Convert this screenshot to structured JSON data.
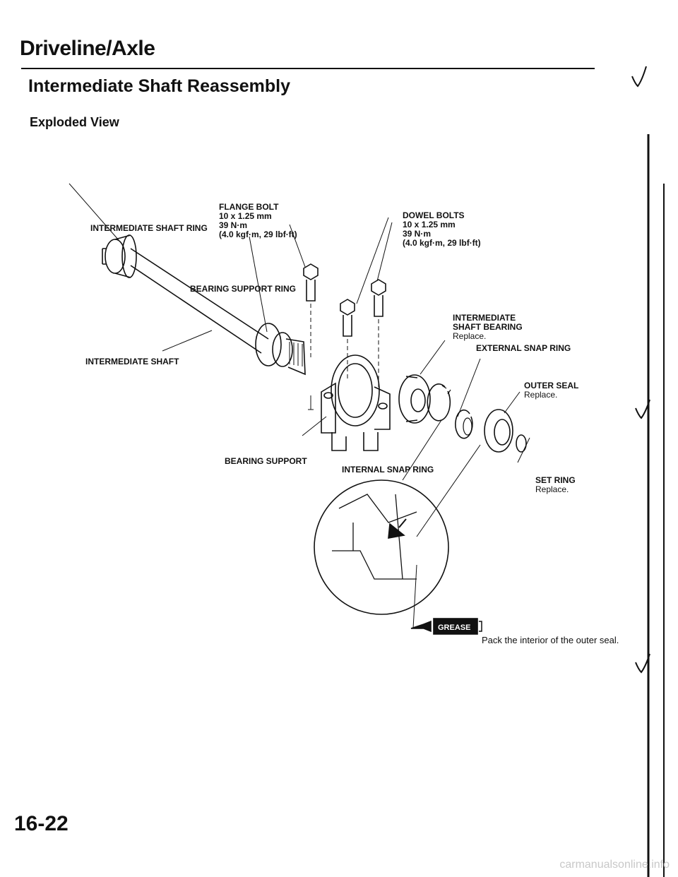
{
  "header": {
    "section_title": "Driveline/Axle",
    "page_heading": "Intermediate Shaft Reassembly",
    "view_label": "Exploded View"
  },
  "labels": {
    "intermediate_shaft_ring": "INTERMEDIATE SHAFT RING",
    "flange_bolt": {
      "name": "FLANGE BOLT",
      "size": "10 x 1.25 mm",
      "torque": "39 N·m",
      "torque_alt": "(4.0 kgf·m, 29 lbf·ft)"
    },
    "dowel_bolts": {
      "name": "DOWEL BOLTS",
      "size": "10 x 1.25 mm",
      "torque": "39 N·m",
      "torque_alt": "(4.0 kgf·m, 29 lbf·ft)"
    },
    "bearing_support_ring": "BEARING SUPPORT RING",
    "intermediate_shaft_bearing": {
      "name_line1": "INTERMEDIATE",
      "name_line2": "SHAFT BEARING",
      "note": "Replace."
    },
    "external_snap_ring": "EXTERNAL SNAP RING",
    "intermediate_shaft": "INTERMEDIATE SHAFT",
    "outer_seal": {
      "name": "OUTER SEAL",
      "note": "Replace."
    },
    "bearing_support": "BEARING SUPPORT",
    "internal_snap_ring": "INTERNAL SNAP RING",
    "set_ring": {
      "name": "SET RING",
      "note": "Replace."
    }
  },
  "grease": {
    "badge": "GREASE",
    "note": "Pack the interior of the outer seal."
  },
  "footer": {
    "page_number": "16-22",
    "watermark": "carmanualsonline.info"
  }
}
